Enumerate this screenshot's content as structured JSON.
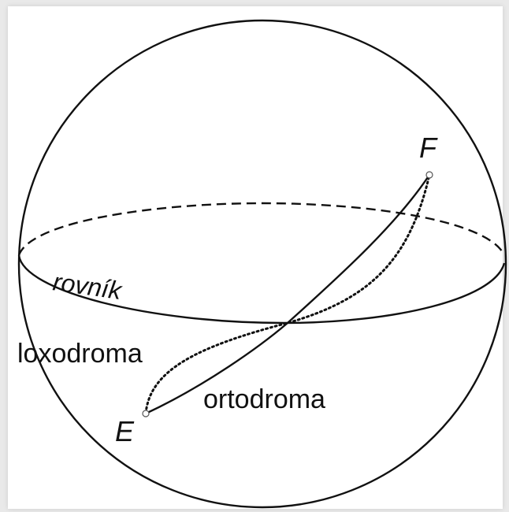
{
  "diagram": {
    "labels": {
      "point_f": "F",
      "point_e": "E",
      "equator": "rovník",
      "loxodrome": "loxodroma",
      "orthodrome": "ortodroma"
    },
    "colors": {
      "stroke": "#111111",
      "background": "#ffffff",
      "frame": "#e9e9e9"
    }
  }
}
